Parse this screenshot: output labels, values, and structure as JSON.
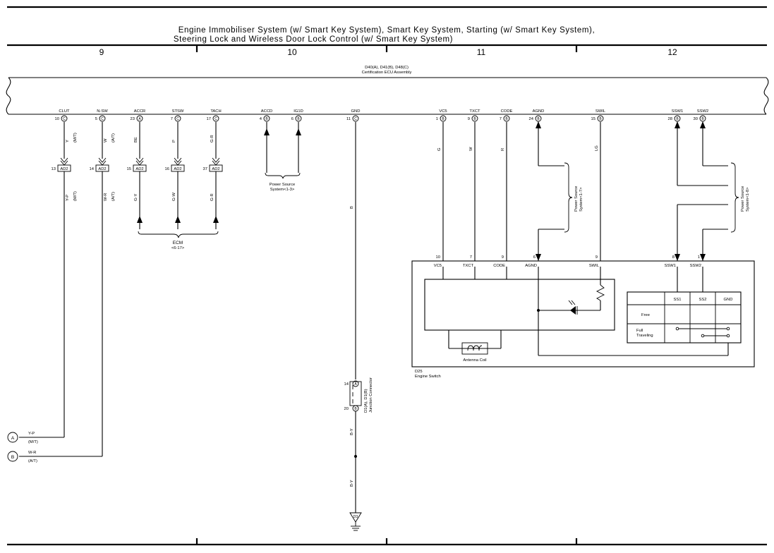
{
  "title": {
    "line1": "Engine Immobiliser System (w/ Smart Key System),  Smart Key System,  Starting (w/ Smart Key System),",
    "line2": "Steering Lock and Wireless Door Lock Control (w/ Smart Key System)"
  },
  "columns": [
    "9",
    "10",
    "11",
    "12"
  ],
  "ecu": {
    "connectors": "D40(A), D41(B), D48(C)",
    "name": "Certification ECU Assembly"
  },
  "ecu_pins": [
    {
      "name": "CLUT",
      "num": "10",
      "conn": "C"
    },
    {
      "name": "N-SW",
      "num": "5",
      "conn": "C"
    },
    {
      "name": "ACCR",
      "num": "23",
      "conn": "A"
    },
    {
      "name": "STSW",
      "num": "7",
      "conn": "C"
    },
    {
      "name": "TACH",
      "num": "17",
      "conn": "C"
    },
    {
      "name": "ACCD",
      "num": "4",
      "conn": "B"
    },
    {
      "name": "IG1D",
      "num": "6",
      "conn": "B"
    },
    {
      "name": "GND",
      "num": "11",
      "conn": "C"
    },
    {
      "name": "VC5",
      "num": "1",
      "conn": "B"
    },
    {
      "name": "TXCT",
      "num": "9",
      "conn": "B"
    },
    {
      "name": "CODE",
      "num": "7",
      "conn": "B"
    },
    {
      "name": "AGND",
      "num": "24",
      "conn": "B"
    },
    {
      "name": "SWIL",
      "num": "15",
      "conn": "B"
    },
    {
      "name": "SSW1",
      "num": "28",
      "conn": "B"
    },
    {
      "name": "SSW2",
      "num": "30",
      "conn": "B"
    }
  ],
  "upper_wires": [
    {
      "color": "Y",
      "note": "(M/T)"
    },
    {
      "color": "W",
      "note": "(A/T)"
    },
    {
      "color": "BE",
      "note": ""
    },
    {
      "color": "P",
      "note": ""
    },
    {
      "color": "G-R",
      "note": ""
    },
    {
      "color": "G",
      "note": ""
    },
    {
      "color": "W",
      "note": ""
    },
    {
      "color": "R",
      "note": ""
    },
    {
      "color": "LG",
      "note": ""
    }
  ],
  "ad2_connectors": [
    {
      "num": "13",
      "label": "AD2"
    },
    {
      "num": "14",
      "label": "AD2"
    },
    {
      "num": "15",
      "label": "AD2"
    },
    {
      "num": "16",
      "label": "AD2"
    },
    {
      "num": "37",
      "label": "AD2"
    }
  ],
  "lower_wires": [
    {
      "color": "Y-P",
      "note": "(M/T)"
    },
    {
      "color": "W-R",
      "note": "(A/T)"
    },
    {
      "color": "G-Y",
      "note": ""
    },
    {
      "color": "G-W",
      "note": ""
    },
    {
      "color": "G-R",
      "note": ""
    }
  ],
  "ecm": {
    "name": "ECM",
    "ref": "<6-17>"
  },
  "power_source_1": {
    "line1": "Power Source",
    "line2": "System<1-3>"
  },
  "power_source_2": {
    "line1": "Power Source",
    "line2": "System<1-7>"
  },
  "power_source_3": {
    "line1": "Power Source",
    "line2": "System<1-8>"
  },
  "gnd_wire": {
    "upper": "B",
    "lower1": "B-Y",
    "lower2": "B-Y"
  },
  "junction": {
    "name1": "D1(A), D1(B)",
    "name2": "Junction Connector",
    "pin_top": "14",
    "conn_top": "A",
    "pin_bot": "20",
    "conn_bot": "B"
  },
  "ground": {
    "label": "D3"
  },
  "engine_switch": {
    "code": "D25",
    "name": "Engine Switch",
    "pins": [
      {
        "num": "10",
        "name": "VC5"
      },
      {
        "num": "7",
        "name": "TXCT"
      },
      {
        "num": "9",
        "name": "CODE"
      },
      {
        "num": "6",
        "name": "AGND"
      },
      {
        "num": "9",
        "name": "SWIL"
      },
      {
        "num": "8",
        "name": "SSW1"
      },
      {
        "num": "1",
        "name": "SSW2"
      }
    ],
    "antenna": "Antenna Coil",
    "table": {
      "headers": [
        "SS1",
        "SS2",
        "GND"
      ],
      "rows": [
        "Free",
        "Full Traveling"
      ]
    }
  },
  "offpage": [
    {
      "letter": "A",
      "color": "Y-P",
      "note": "(M/T)"
    },
    {
      "letter": "B",
      "color": "W-R",
      "note": "(A/T)"
    }
  ]
}
